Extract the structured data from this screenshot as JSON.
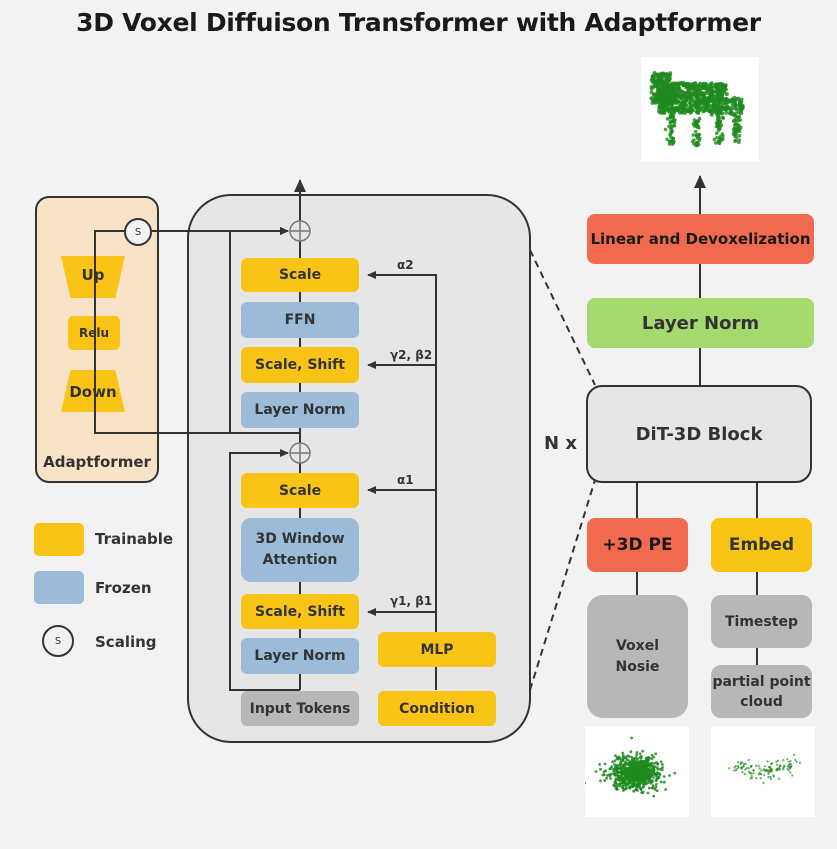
{
  "title": "3D Voxel Diffuison Transformer with Adaptformer",
  "adaptformer": {
    "label": "Adaptformer",
    "up": "Up",
    "relu": "Relu",
    "down": "Down",
    "scaling_symbol": "S"
  },
  "legend": {
    "trainable": "Trainable",
    "frozen": "Frozen",
    "scaling": "Scaling",
    "scaling_symbol": "S"
  },
  "block": {
    "scale_top": "Scale",
    "ffn": "FFN",
    "scale_shift_top": "Scale, Shift",
    "layer_norm_top": "Layer Norm",
    "scale_bottom": "Scale",
    "attention": "3D Window Attention",
    "scale_shift_bottom": "Scale, Shift",
    "layer_norm_bottom": "Layer Norm",
    "input_tokens": "Input Tokens",
    "mlp": "MLP",
    "condition": "Condition",
    "alpha2": "α2",
    "gamma2_beta2": "γ2, β2",
    "alpha1": "α1",
    "gamma1_beta1": "γ1, β1"
  },
  "pipeline": {
    "linear_devox": "Linear and Devoxelization",
    "layer_norm": "Layer Norm",
    "dit_block": "DiT-3D Block",
    "n_times": "N x",
    "pe": "+3D PE",
    "embed": "Embed",
    "voxel_noise": "Voxel Nosie",
    "timestep": "Timestep",
    "partial_cloud": "partial point cloud"
  },
  "colors": {
    "trainable": "#f9c416",
    "frozen": "#9cbbd8",
    "red": "#f16a50",
    "green": "#a6d96e",
    "gray": "#b7b7b7",
    "adapter_bg": "#f8e3c8",
    "point_green": "#1f8a1f"
  }
}
